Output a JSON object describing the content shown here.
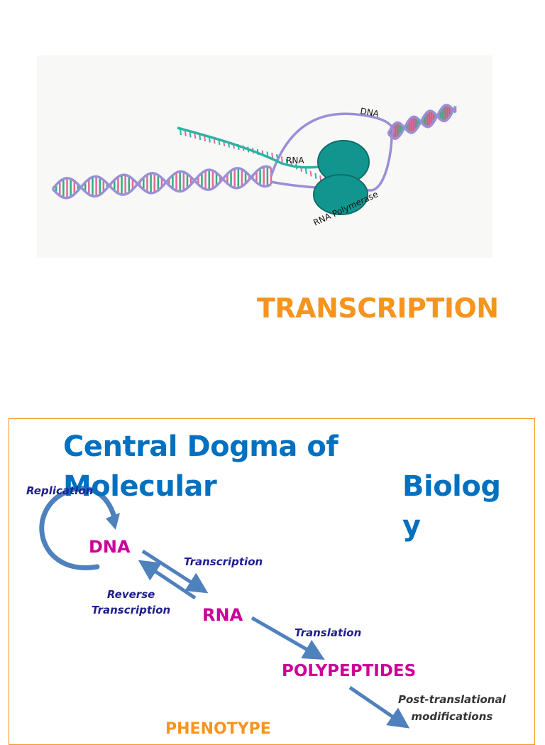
{
  "illustration": {
    "labels": {
      "dna": "DNA",
      "rna": "RNA",
      "polymerase": "RNA Polymerase"
    },
    "colors": {
      "dna_strand": "#9b8fd6",
      "rna_strand": "#2bb3a3",
      "base_pink": "#e2679a",
      "base_green": "#2fae7a",
      "polymerase": "#13958f"
    }
  },
  "heading": "TRANSCRIPTION",
  "slide": {
    "title": [
      "Central Dogma of",
      "Molecular",
      "Biolog",
      "y"
    ],
    "nodes": {
      "dna": "DNA",
      "rna": "RNA",
      "polypeptides": "POLYPEPTIDES",
      "phenotype": "PHENOTYPE"
    },
    "processes": {
      "replication": "Replication",
      "transcription": "Transcription",
      "reverse_line1": "Reverse",
      "reverse_line2": "Transcription",
      "translation": "Translation",
      "post_line1": "Post-translational",
      "post_line2": "modifications"
    },
    "colors": {
      "title": "#0070c0",
      "node": "#cc0099",
      "process": "#1f1f8f",
      "arrow": "#4f81bd",
      "border": "#f7941d"
    }
  }
}
